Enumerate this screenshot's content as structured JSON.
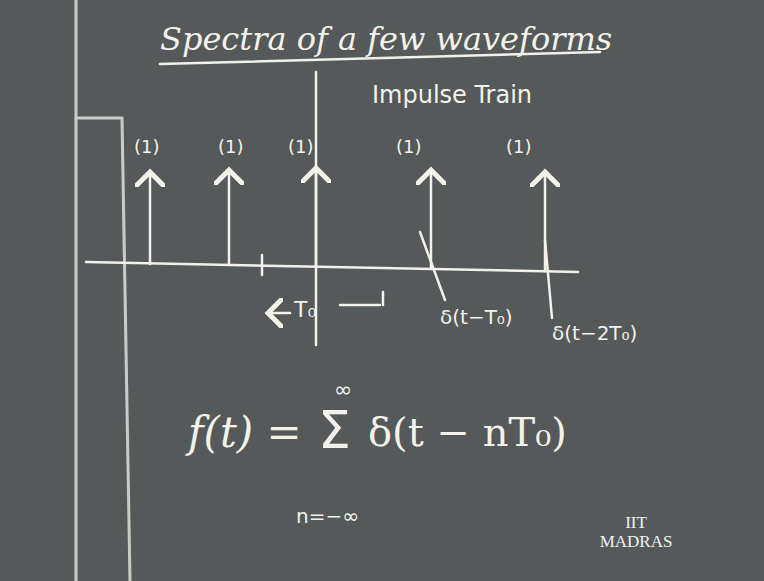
{
  "diagram": {
    "title": "Spectra of a few waveforms",
    "labels": [
      "Impulse Train",
      "(1)",
      "(1)",
      "(1)",
      "(1)",
      "(1)",
      "T₀",
      "δ(t−T₀)",
      "δ(t−2T₀)",
      "f(t) =",
      "Σ",
      "∞",
      "n=−∞",
      "δ(t − nT₀)",
      "IIT MADRAS"
    ]
  }
}
